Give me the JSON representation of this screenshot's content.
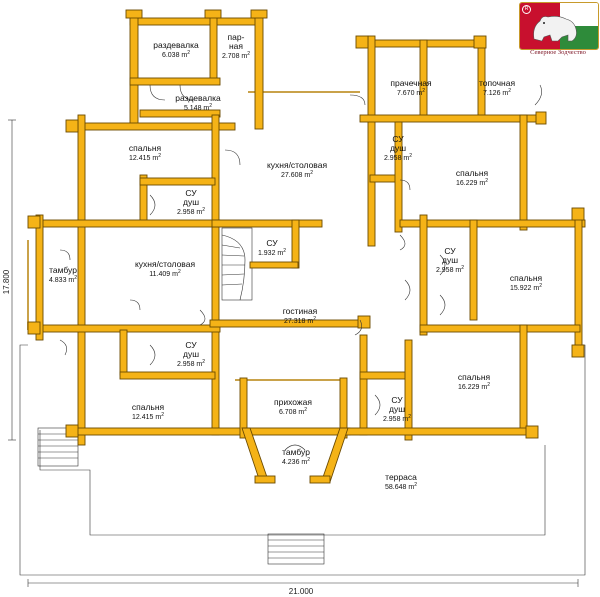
{
  "brand": {
    "name": "Северное Зодчество",
    "reg_mark": "R"
  },
  "dimensions": {
    "width": "21.000",
    "height": "17.800"
  },
  "units": "m",
  "rooms": [
    {
      "id": "razdevalka1",
      "name": "раздевалка",
      "area": "6.038"
    },
    {
      "id": "parnaya",
      "name": "пар-\nная",
      "area": "2.708"
    },
    {
      "id": "razdevalka2",
      "name": "раздевалка",
      "area": "5.148"
    },
    {
      "id": "prachechnaya",
      "name": "прачечная",
      "area": "7.670"
    },
    {
      "id": "topochnaya",
      "name": "топочная",
      "area": "7.126"
    },
    {
      "id": "spalnya_nw",
      "name": "спальня",
      "area": "12.415"
    },
    {
      "id": "kuhnya_big",
      "name": "кухня/столовая",
      "area": "27.608"
    },
    {
      "id": "su_right1",
      "name": "СУ\nдуш",
      "area": "2.958"
    },
    {
      "id": "spalnya_ne",
      "name": "спальня",
      "area": "16.229"
    },
    {
      "id": "su_left1",
      "name": "СУ\nдуш",
      "area": "2.958"
    },
    {
      "id": "su_small",
      "name": "СУ",
      "area": "1.932"
    },
    {
      "id": "tambur_w",
      "name": "тамбур",
      "area": "4.833"
    },
    {
      "id": "kuhnya_small",
      "name": "кухня/столовая",
      "area": "11.409"
    },
    {
      "id": "su_right2",
      "name": "СУ\nдуш",
      "area": "2.958"
    },
    {
      "id": "spalnya_e",
      "name": "спальня",
      "area": "15.922"
    },
    {
      "id": "gostinaya",
      "name": "гостиная",
      "area": "27.318"
    },
    {
      "id": "su_left2",
      "name": "СУ\nдуш",
      "area": "2.958"
    },
    {
      "id": "spalnya_se",
      "name": "спальня",
      "area": "16.229"
    },
    {
      "id": "prihozhaya",
      "name": "прихожая",
      "area": "6.708"
    },
    {
      "id": "su_right3",
      "name": "СУ\nдуш",
      "area": "2.958"
    },
    {
      "id": "spalnya_sw",
      "name": "спальня",
      "area": "12.415"
    },
    {
      "id": "tambur_s",
      "name": "тамбур",
      "area": "4.236"
    },
    {
      "id": "terrasa",
      "name": "терраса",
      "area": "58.648"
    }
  ]
}
